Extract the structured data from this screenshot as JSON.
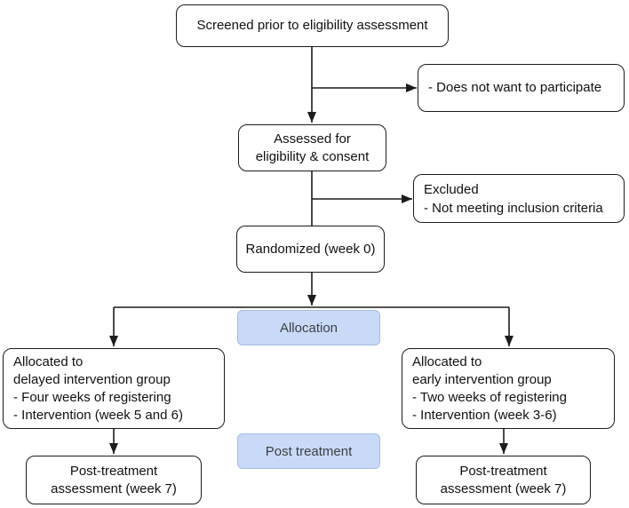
{
  "diagram": {
    "type": "trial-flowchart",
    "colors": {
      "node_border": "#1c1c1c",
      "node_fill": "#ffffff",
      "arrow": "#1c1c1c",
      "banner_fill": "#c9daf8",
      "banner_border": "#a7bce0",
      "banner_text": "#3c4043"
    },
    "nodes": {
      "screened": {
        "label": "Screened prior to eligibility assessment"
      },
      "does_not_want": {
        "label": "- Does not want to participate"
      },
      "assessed": {
        "lines": [
          "Assessed for",
          "eligibility & consent"
        ]
      },
      "excluded": {
        "lines": [
          "Excluded",
          "- Not meeting inclusion criteria"
        ]
      },
      "randomized": {
        "label": "Randomized (week 0)"
      },
      "allocation_banner": {
        "label": "Allocation"
      },
      "allocated_delayed": {
        "lines": [
          "Allocated to",
          "delayed intervention group",
          "- Four weeks of registering",
          "- Intervention (week 5 and 6)"
        ]
      },
      "allocated_early": {
        "lines": [
          "Allocated to",
          "early intervention group",
          "- Two weeks of registering",
          "- Intervention (week 3-6)"
        ]
      },
      "post_treatment_banner": {
        "label": "Post treatment"
      },
      "post_assessment_delayed": {
        "lines": [
          "Post-treatment",
          "assessment (week 7)"
        ]
      },
      "post_assessment_early": {
        "lines": [
          "Post-treatment",
          "assessment (week 7)"
        ]
      }
    }
  }
}
